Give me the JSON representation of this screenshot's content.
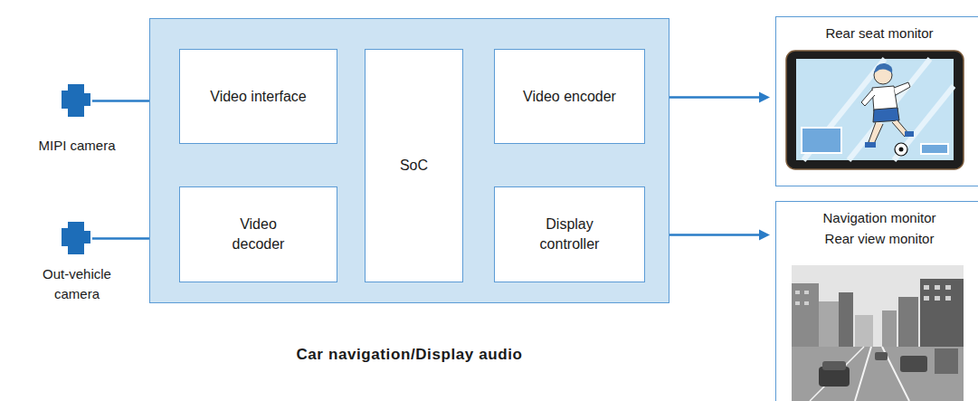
{
  "diagram": {
    "nodes": [
      {
        "text": [
          "Car navigation/Display audio"
        ]
      },
      {
        "text": [
          "Video interface"
        ],
        "in": 0
      },
      {
        "text": [
          "SoC"
        ],
        "in": 0
      },
      {
        "text": [
          "Video encoder"
        ],
        "in": 0
      },
      {
        "text": [
          "Video decoder"
        ],
        "in": 0
      },
      {
        "text": [
          "Display controller"
        ],
        "in": 0
      },
      {
        "text": [
          "MIPI camera"
        ]
      },
      {
        "text": [
          "Out-vehicle camera"
        ]
      },
      {
        "text": [
          "Rear seat monitor"
        ]
      },
      {
        "text": [
          "Navigation monitor",
          "Rear view monitor"
        ]
      }
    ],
    "edges": [
      {
        "from": 6,
        "to": 1,
        "arrow": "none"
      },
      {
        "from": 7,
        "to": 4,
        "arrow": "none"
      },
      {
        "from": 3,
        "to": 8,
        "arrow": "to"
      },
      {
        "from": 5,
        "to": 9,
        "arrow": "to"
      }
    ]
  }
}
